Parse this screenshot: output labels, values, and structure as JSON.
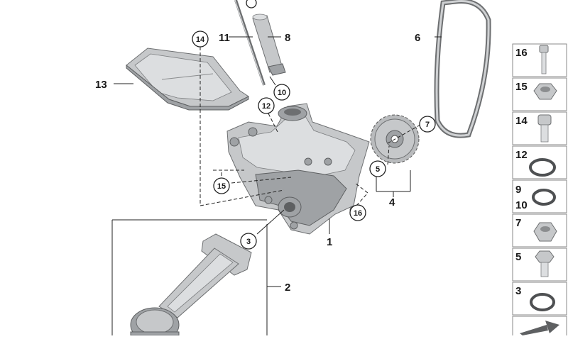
{
  "diagram": {
    "callouts": {
      "p1": "1",
      "p2": "2",
      "p3": "3",
      "p4": "4",
      "p5": "5",
      "p6": "6",
      "p7": "7",
      "p8": "8",
      "p10": "10",
      "p11": "11",
      "p12": "12",
      "p13": "13",
      "p14": "14",
      "p15": "15",
      "p16": "16"
    },
    "sidebar": [
      "16",
      "15",
      "14",
      "12",
      "9",
      "10",
      "7",
      "5",
      "3"
    ]
  }
}
